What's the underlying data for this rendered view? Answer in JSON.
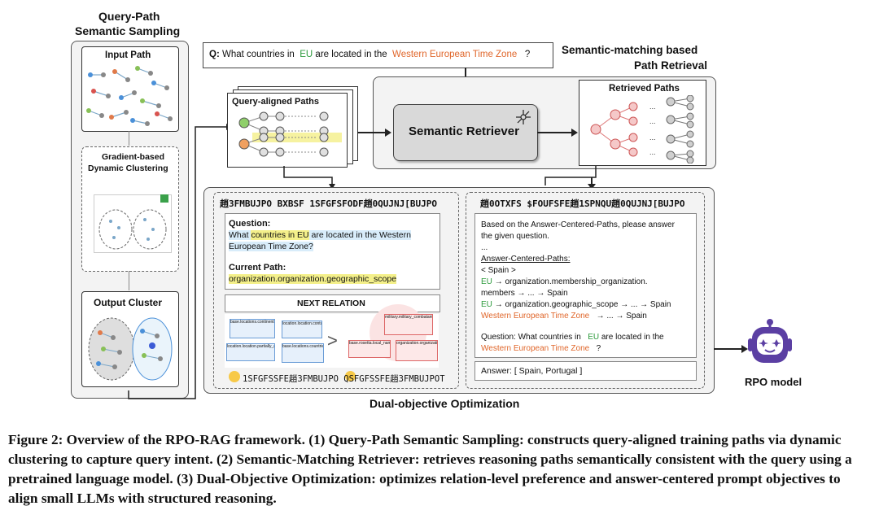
{
  "diagram": {
    "sampling": {
      "title_line1": "Query-Path",
      "title_line2": "Semantic Sampling",
      "input_path": "Input Path",
      "clustering_line1": "Gradient-based",
      "clustering_line2": "Dynamic Clustering",
      "output_cluster": "Output Cluster"
    },
    "query": {
      "prefix": "Q:",
      "part1": "What countries in",
      "entity1": "EU",
      "part2": "are located in the",
      "entity2": "Western European Time Zone",
      "suffix": "?"
    },
    "retrieval": {
      "title_line1": "Semantic-matching based",
      "title_line2": "Path Retrieval",
      "aligned_paths": "Query-aligned Paths",
      "retriever": "Semantic Retriever",
      "retrieved_paths": "Retrieved Paths"
    },
    "optimization": {
      "title": "Dual-objective Optimization",
      "left_header": "趙3FMBUJPO BXBSF 1SFGFSFODF趙0QUJNJ[BUJPO",
      "right_header": "趙0OTXFS $FOUFSFE趙1SPNQU趙0QUJNJ[BUJPO",
      "question_label": "Question:",
      "question_pre": "What ",
      "question_hl": "countries in EU",
      "question_post": " are located in the Western",
      "question_line2": "European Time Zone?",
      "current_path_label": "Current Path:",
      "current_path": "organization.organization.geographic_scope",
      "next_relation": "NEXT RELATION",
      "relations_left": [
        "base.locations.continents.countries_within",
        "location.location.partially_containedby",
        "base.locations.countries.continent",
        "location.location.containedby"
      ],
      "relations_right": [
        "military.military_combatant.includes_allies",
        "base.rosetta.local_name.language_spoken",
        "organization.organization.founders"
      ],
      "preference_line": "1SFGFSSFE趙3FMBUJPO QSFGFSSFE趙3FMBUJPOT",
      "prompt_line1": "Based on the Answer-Centered-Paths, please answer",
      "prompt_line2": "the given question.",
      "ellipsis": "...",
      "acp_label": "Answer-Centered-Paths:",
      "acp_spain": "< Spain >",
      "acp_l1_entity": "EU",
      "acp_l1_rest": "→ organization.membership_organization.",
      "acp_l2": "members → ... → Spain",
      "acp_l3_entity": "EU",
      "acp_l3_rest": "→ organization.geographic_scope → ... → Spain",
      "acp_l4_entity": "Western European Time Zone",
      "acp_l4_rest": "→ ... → Spain",
      "q2_pre": "Question: What countries in",
      "q2_entity1": "EU",
      "q2_mid": "are located in the",
      "q2_entity2": "Western European Time Zone",
      "q2_suffix": "?",
      "answer": "Answer: [ Spain, Portugal ]"
    },
    "model_label": "RPO model"
  },
  "caption": {
    "text": "Figure 2: Overview of the RPO-RAG framework. (1) Query-Path Semantic Sampling: constructs query-aligned training paths via dynamic clustering to capture query intent. (2) Semantic-Matching Retriever: retrieves reasoning paths semantically consistent with the query using a pretrained language model. (3) Dual-Objective Optimization: optimizes relation-level preference and answer-centered prompt objectives to align small LLMs with structured reasoning."
  },
  "colors": {
    "entity_orange": "#e0662a",
    "entity_green": "#2c9a3c",
    "highlight_yellow": "#f4f08a",
    "highlight_blue": "#d8ecfa",
    "node_red": "#e89a9a",
    "node_gray": "#9a9a9a",
    "robot_purple": "#5b3fa3"
  },
  "icons": [
    "network-icon",
    "robot-icon",
    "happy-face-icon",
    "sad-face-icon",
    "check-icon"
  ]
}
